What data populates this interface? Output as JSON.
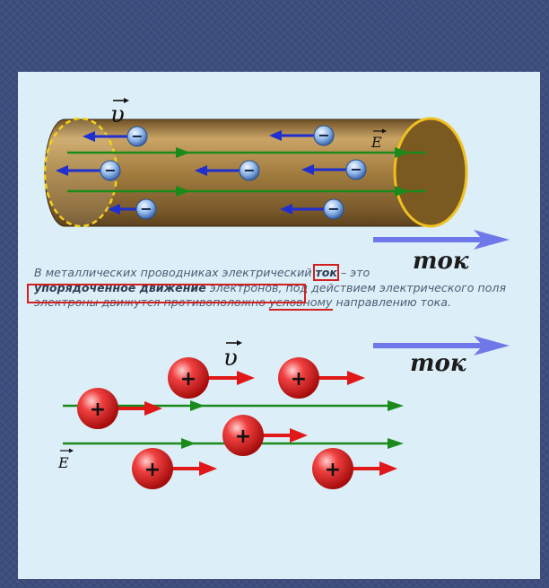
{
  "labels": {
    "velocity": "υ",
    "field": "E",
    "current": "ток",
    "minus": "−",
    "plus": "+"
  },
  "caption": {
    "part1": "В металлических проводниках электрический ",
    "term": "ток",
    "part2": " – это",
    "definition": "упорядоченное движение",
    "part3": " электронов",
    "part4": ", под действием электрического поля электроны движутся противоположно ",
    "conventional": "условному",
    "part5": " направлению тока."
  },
  "colors": {
    "panel": "#dceef8",
    "conductor": "#a07a3c",
    "field_line": "#1a8a1a",
    "electron_arrow": "#1f2fd0",
    "ion": "#e01818",
    "current_arrow": "#6f78e8",
    "highlight": "#d22020"
  }
}
